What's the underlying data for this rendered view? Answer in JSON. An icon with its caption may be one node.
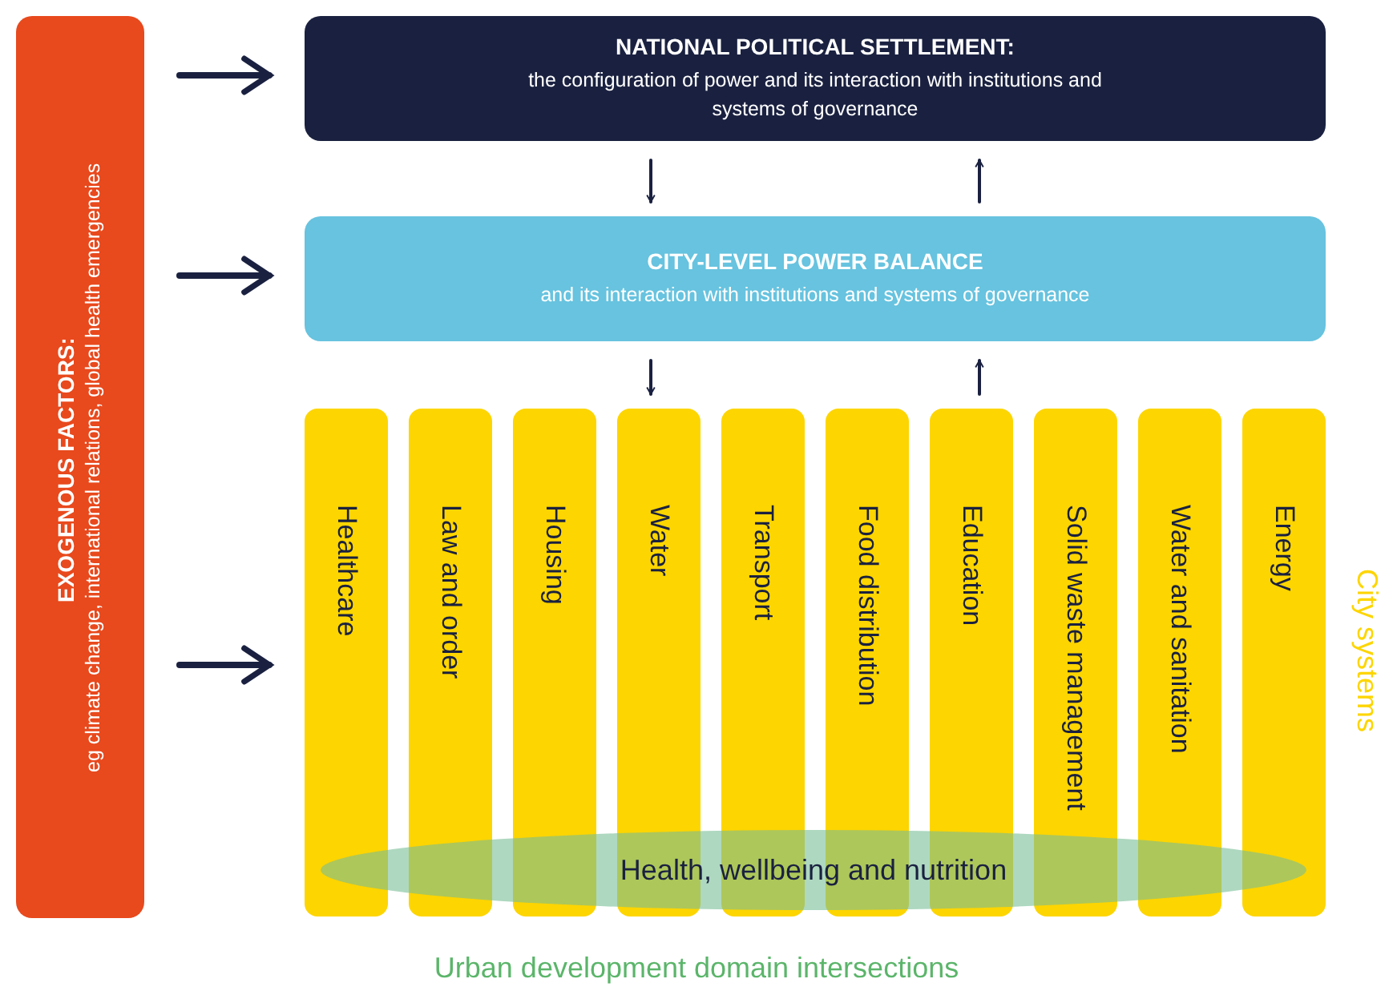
{
  "diagram": {
    "nodes": [
      {
        "text": [
          "EXOGENOUS FACTORS:",
          "eg climate change, international relations, global health emergencies"
        ]
      },
      {
        "text": [
          "NATIONAL POLITICAL SETTLEMENT:",
          "the configuration of power and its interaction with institutions and systems of governance"
        ]
      },
      {
        "text": [
          "CITY-LEVEL POWER BALANCE",
          "and its interaction with institutions and systems of governance"
        ]
      },
      {
        "text": [
          "Healthcare"
        ]
      },
      {
        "text": [
          "Law and order"
        ]
      },
      {
        "text": [
          "Housing"
        ]
      },
      {
        "text": [
          "Water"
        ]
      },
      {
        "text": [
          "Transport"
        ]
      },
      {
        "text": [
          "Food distribution"
        ]
      },
      {
        "text": [
          "Education"
        ]
      },
      {
        "text": [
          "Solid waste management"
        ]
      },
      {
        "text": [
          "Water and sanitation"
        ]
      },
      {
        "text": [
          "Energy"
        ]
      },
      {
        "text": [
          "Health, wellbeing and nutrition"
        ]
      }
    ],
    "edges": [
      {
        "from": 0,
        "to": 1,
        "arrow": "to",
        "style": "thick"
      },
      {
        "from": 0,
        "to": 2,
        "arrow": "to",
        "style": "thick"
      },
      {
        "from": 0,
        "to": 3,
        "arrow": "to",
        "style": "thick"
      },
      {
        "from": 1,
        "to": 2,
        "arrow": "to"
      },
      {
        "from": 2,
        "to": 1,
        "arrow": "to"
      },
      {
        "from": 2,
        "to": 6,
        "arrow": "to"
      },
      {
        "from": 9,
        "to": 2,
        "arrow": "to"
      }
    ],
    "labels": [
      "City systems",
      "Urban development domain intersections"
    ]
  }
}
